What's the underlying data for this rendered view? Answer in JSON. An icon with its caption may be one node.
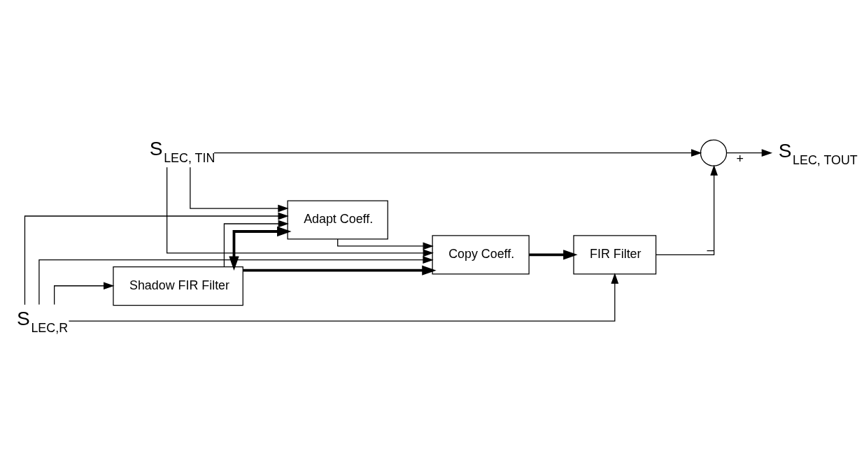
{
  "diagram": {
    "nodes": [
      {
        "text": [
          "S$_{LEC, TIN}$"
        ]
      },
      {
        "text": [],
        "shape": "circle"
      },
      {
        "text": [
          "S$_{LEC, TOUT}$"
        ]
      },
      {
        "text": [
          "Adapt Coeff."
        ]
      },
      {
        "text": [
          "Shadow FIR Filter"
        ]
      },
      {
        "text": [
          "Copy Coeff."
        ]
      },
      {
        "text": [
          "FIR Filter"
        ]
      },
      {
        "text": [
          "S$_{LEC,R}$"
        ]
      }
    ],
    "edges": [
      {
        "from": 0,
        "to": 1,
        "arrow": "to"
      },
      {
        "from": 0,
        "to": 3,
        "arrow": "to"
      },
      {
        "from": 0,
        "to": 5,
        "arrow": "to"
      },
      {
        "from": 1,
        "to": 2,
        "arrow": "to",
        "label": "+"
      },
      {
        "from": 6,
        "to": 1,
        "arrow": "to",
        "label": "–"
      },
      {
        "from": 4,
        "to": 3,
        "arrow": "to"
      },
      {
        "from": 4,
        "to": 3,
        "arrow": "both",
        "style": "thick"
      },
      {
        "from": 4,
        "to": 5,
        "arrow": "to",
        "style": "thick"
      },
      {
        "from": 3,
        "to": 5,
        "arrow": "to"
      },
      {
        "from": 5,
        "to": 6,
        "arrow": "to",
        "style": "thick"
      },
      {
        "from": 7,
        "to": 6,
        "arrow": "to"
      },
      {
        "from": 7,
        "to": 4,
        "arrow": "to"
      },
      {
        "from": 7,
        "to": 3,
        "arrow": "to"
      },
      {
        "from": 7,
        "to": 5,
        "arrow": "to"
      }
    ]
  }
}
